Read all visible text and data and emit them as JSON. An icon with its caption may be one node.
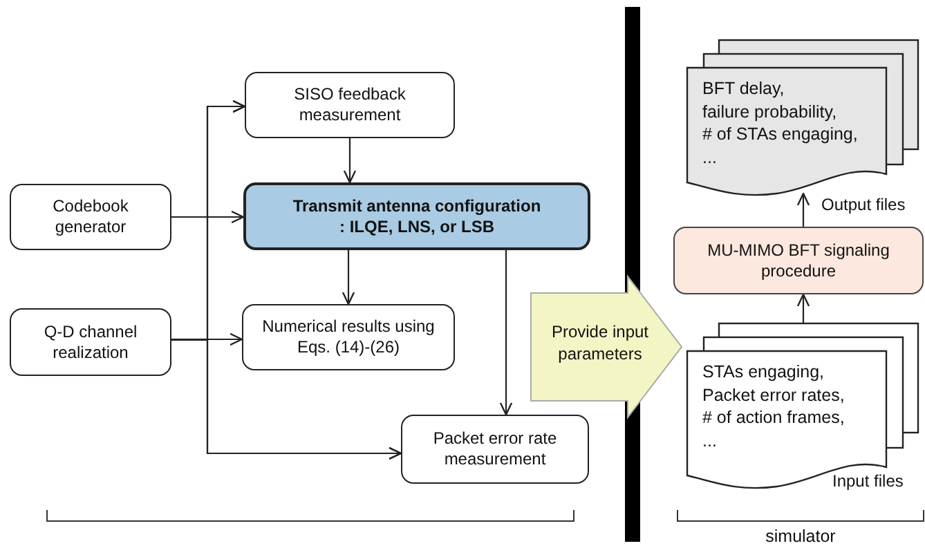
{
  "diagram": {
    "nodes": [
      {
        "text": [
          "SISO feedback measurement"
        ]
      },
      {
        "text": [
          "Codebook generator"
        ]
      },
      {
        "text": [
          "Transmit antenna configuration",
          ": ILQE, LNS, or LSB"
        ]
      },
      {
        "text": [
          "Q-D channel realization"
        ]
      },
      {
        "text": [
          "Numerical results using Eqs. (14)-(26)"
        ]
      },
      {
        "text": [
          "Packet error rate measurement"
        ]
      },
      {
        "text": [
          "Provide input parameters"
        ]
      },
      {
        "text": [
          "BFT delay,",
          "failure probability,",
          "# of STAs engaging,",
          "..."
        ],
        "beside": [
          "Output files"
        ]
      },
      {
        "text": [
          "MU-MIMO BFT signaling procedure"
        ]
      },
      {
        "text": [
          "STAs engaging,",
          "Packet error rates,",
          "# of action frames,",
          "..."
        ],
        "beside": [
          "Input files"
        ]
      }
    ],
    "edges": [
      {
        "from": 0,
        "to": 2,
        "arrow": "to"
      },
      {
        "from": 1,
        "to": 2,
        "arrow": "to"
      },
      {
        "from": 2,
        "to": 4,
        "arrow": "to"
      },
      {
        "from": 3,
        "to": 4,
        "arrow": "to"
      },
      {
        "from": 2,
        "to": 5,
        "arrow": "to"
      },
      {
        "from": 1,
        "to": 0,
        "arrow": "to"
      },
      {
        "from": 1,
        "to": 5,
        "arrow": "to"
      },
      {
        "from": 3,
        "to": 0,
        "arrow": "to"
      },
      {
        "from": 3,
        "to": 5,
        "arrow": "to"
      },
      {
        "from": 9,
        "to": 8,
        "arrow": "to"
      },
      {
        "from": 8,
        "to": 7,
        "arrow": "to"
      }
    ],
    "labels": [
      "simulator"
    ]
  }
}
